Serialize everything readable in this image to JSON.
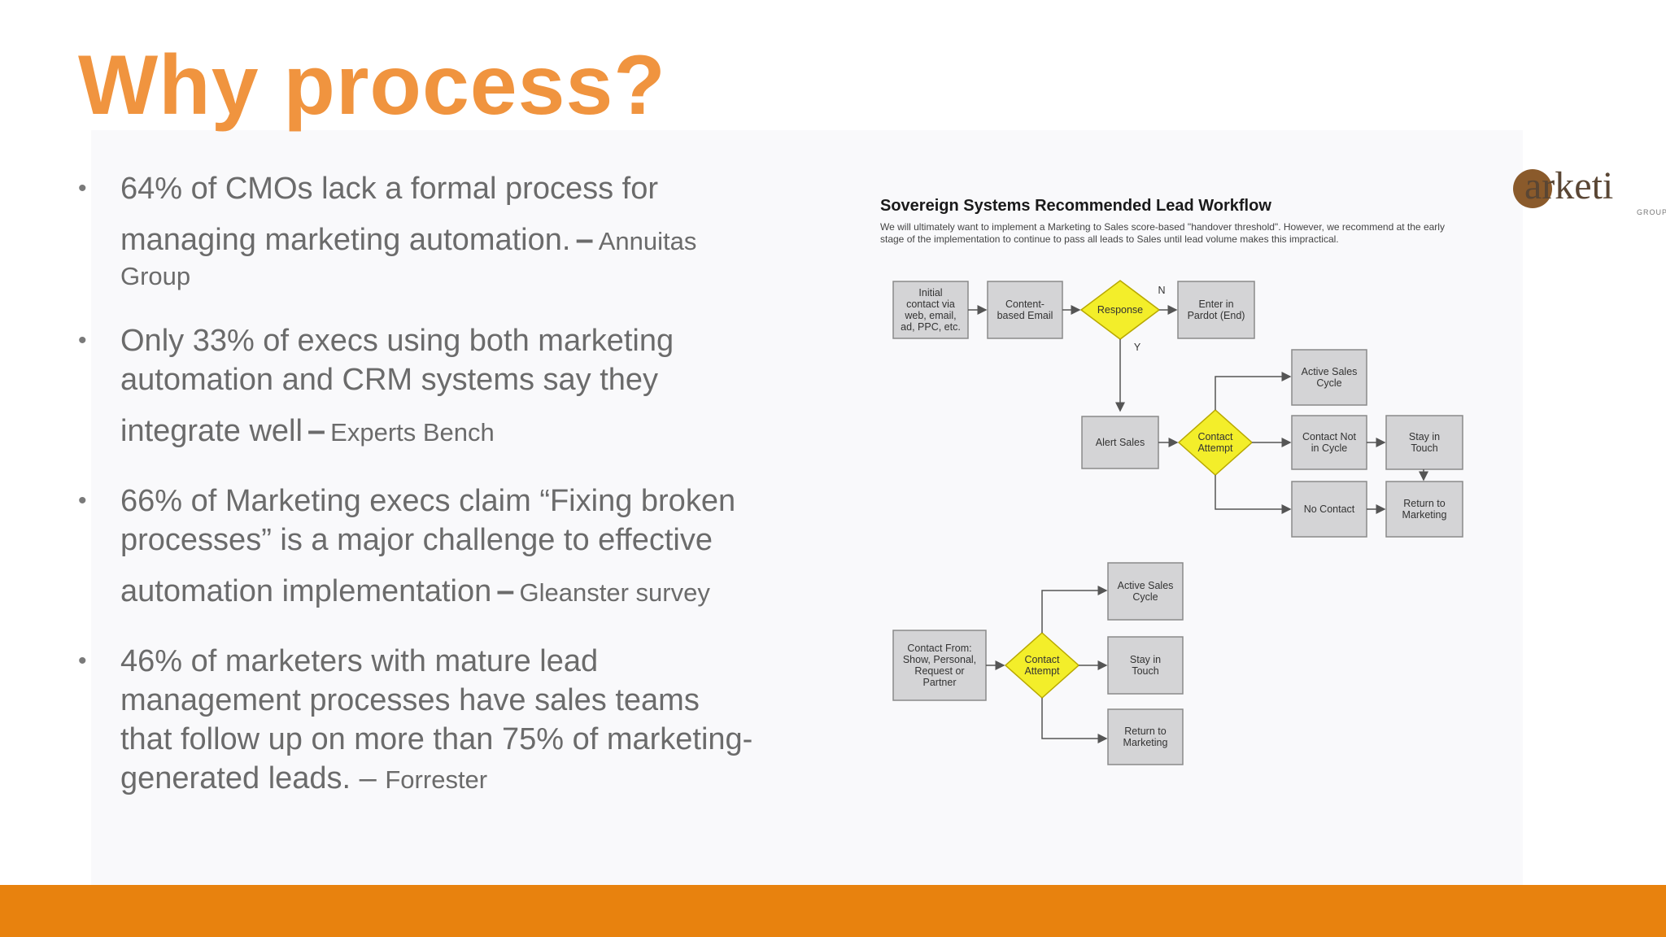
{
  "slide": {
    "title": "Why process?",
    "bullets": [
      {
        "lines": [
          "64% of CMOs lack a formal process for",
          "managing marketing automation."
        ],
        "source": "Annuitas",
        "source_cont": "Group"
      },
      {
        "lines": [
          "Only 33% of execs using both marketing",
          "automation and CRM systems say they",
          "integrate well"
        ],
        "source": "Experts Bench"
      },
      {
        "lines": [
          "66% of Marketing execs claim “Fixing broken",
          "processes”  is a major challenge to effective",
          "automation implementation"
        ],
        "source": "Gleanster survey"
      },
      {
        "lines": [
          "46% of marketers with mature lead",
          "management processes have sales teams",
          "that follow up on more than 75% of marketing-",
          "generated leads. –"
        ],
        "source": "Forrester"
      }
    ],
    "bullet_glyph": "•",
    "dash_glyph": "–"
  },
  "workflow": {
    "title": "Sovereign Systems Recommended Lead Workflow",
    "description": "We will ultimately want to implement a Marketing to Sales score-based \"handover threshold\".  However, we recommend at the early stage of the implementation to continue to pass all leads to Sales until lead volume makes this impractical.",
    "logo": {
      "text": "arketi",
      "subtext": "GROUP"
    },
    "nodes": {
      "initial_contact": [
        "Initial",
        "contact via",
        "web, email,",
        "ad, PPC, etc."
      ],
      "content_email": [
        "Content-",
        "based Email"
      ],
      "response": [
        "Response"
      ],
      "enter_pardot": [
        "Enter in",
        "Pardot (End)"
      ],
      "alert_sales": [
        "Alert Sales"
      ],
      "contact_attempt_1": [
        "Contact",
        "Attempt"
      ],
      "active_sales_1": [
        "Active Sales",
        "Cycle"
      ],
      "contact_not_in_cycle": [
        "Contact Not",
        "in Cycle"
      ],
      "stay_in_touch_1": [
        "Stay in",
        "Touch"
      ],
      "no_contact": [
        "No Contact"
      ],
      "return_marketing_1": [
        "Return to",
        "Marketing"
      ],
      "contact_from": [
        "Contact From:",
        "Show, Personal,",
        "Request or",
        "Partner"
      ],
      "contact_attempt_2": [
        "Contact",
        "Attempt"
      ],
      "active_sales_2": [
        "Active Sales",
        "Cycle"
      ],
      "stay_in_touch_2": [
        "Stay in",
        "Touch"
      ],
      "return_marketing_2": [
        "Return to",
        "Marketing"
      ]
    },
    "branch_labels": {
      "no": "N",
      "yes": "Y"
    },
    "colors": {
      "box_fill": "#d4d4d6",
      "box_stroke": "#8a8a8a",
      "diamond_fill": "#f3ee2a",
      "diamond_stroke": "#b8a800",
      "line": "#555555"
    }
  },
  "footer": {
    "bar_color": "#e8820e"
  },
  "colors": {
    "title": "#f0943f",
    "body_text": "#6b6b6b"
  }
}
